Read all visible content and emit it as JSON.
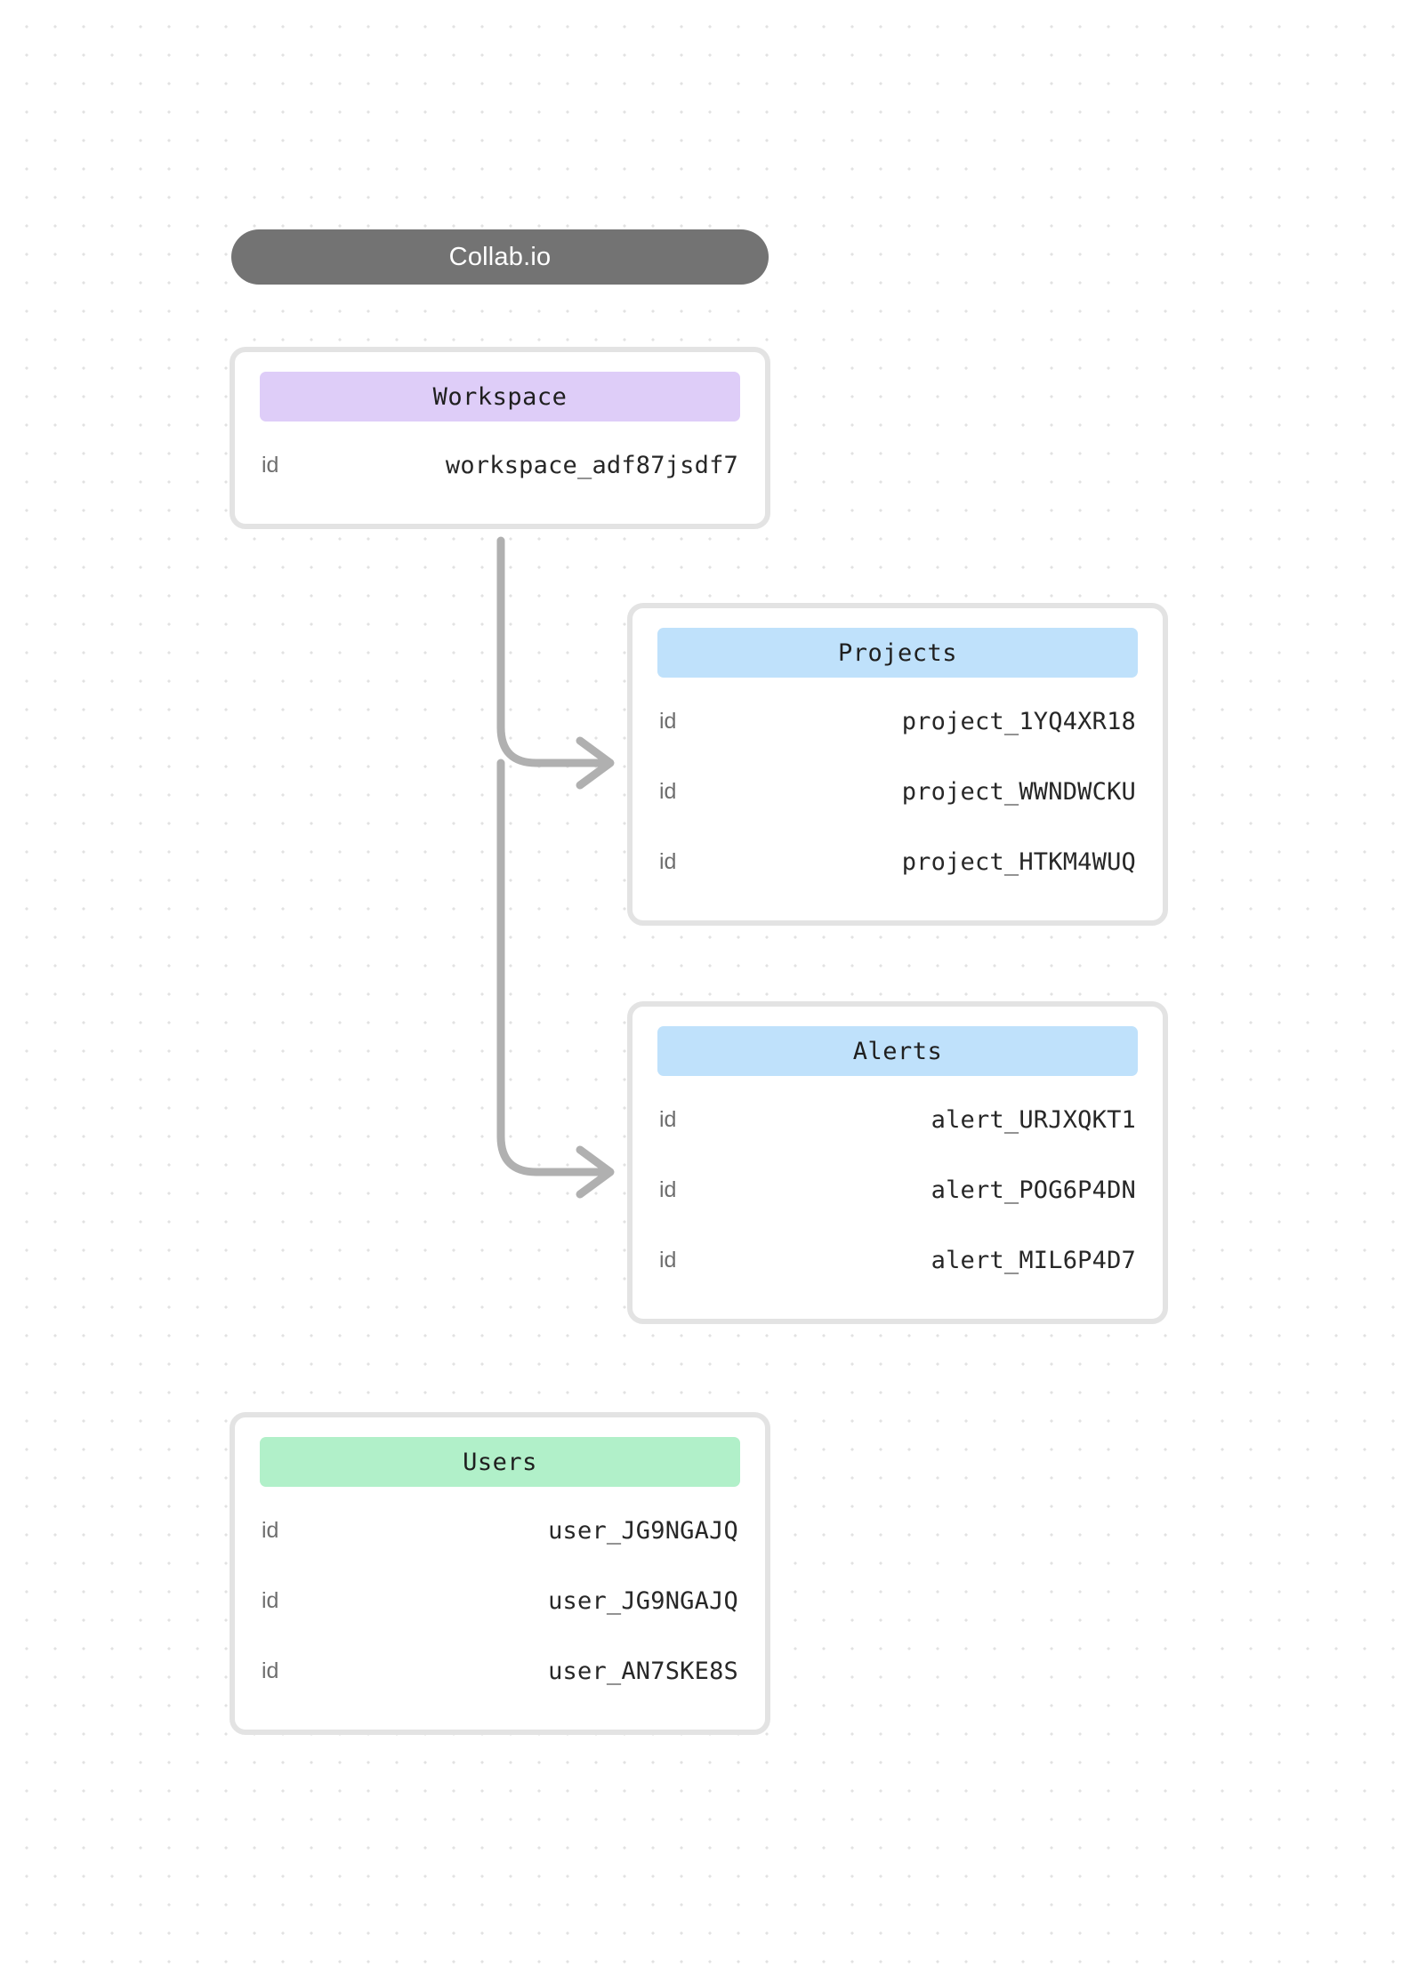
{
  "diagram": {
    "title": "Collab.io",
    "background": {
      "style": "dot-grid",
      "dot_color": "#e2e2e2",
      "page_color": "#ffffff"
    },
    "connector_color": "#b0b0b0",
    "entities": [
      {
        "name": "Workspace",
        "accent": "#decdf8",
        "rows": [
          {
            "key": "id",
            "value": "workspace_adf87jsdf7"
          }
        ]
      },
      {
        "name": "Projects",
        "accent": "#bfe1fb",
        "rows": [
          {
            "key": "id",
            "value": "project_1YQ4XR18"
          },
          {
            "key": "id",
            "value": "project_WWNDWCKU"
          },
          {
            "key": "id",
            "value": "project_HTKM4WUQ"
          }
        ]
      },
      {
        "name": "Alerts",
        "accent": "#bfe1fb",
        "rows": [
          {
            "key": "id",
            "value": "alert_URJXQKT1"
          },
          {
            "key": "id",
            "value": "alert_POG6P4DN"
          },
          {
            "key": "id",
            "value": "alert_MIL6P4D7"
          }
        ]
      },
      {
        "name": "Users",
        "accent": "#b1f0c9",
        "rows": [
          {
            "key": "id",
            "value": "user_JG9NGAJQ"
          },
          {
            "key": "id",
            "value": "user_JG9NGAJQ"
          },
          {
            "key": "id",
            "value": "user_AN7SKE8S"
          }
        ]
      }
    ],
    "edges": [
      {
        "from": "Workspace",
        "to": "Projects"
      },
      {
        "from": "Workspace",
        "to": "Alerts"
      }
    ]
  }
}
